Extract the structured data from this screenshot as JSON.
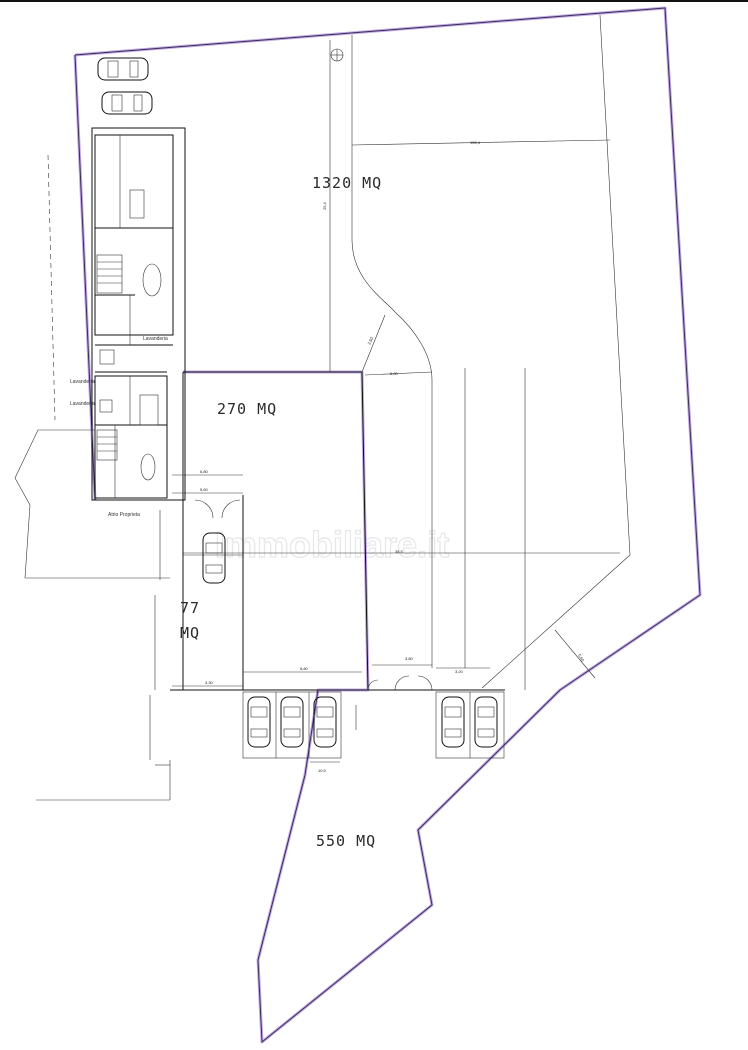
{
  "areas": {
    "main": "1320 MQ",
    "middle": "270 MQ",
    "small_line1": "77",
    "small_line2": "MQ",
    "bottom": "550 MQ"
  },
  "watermark": "Immobiliare.it",
  "rooms": {
    "label_a": "Lavanderia",
    "label_b": "Lavanderia",
    "label_c": "Lavanderia",
    "label_d": "Atrio Proprieta"
  },
  "colors": {
    "boundary": "#b59ae0",
    "lines": "#111111"
  }
}
